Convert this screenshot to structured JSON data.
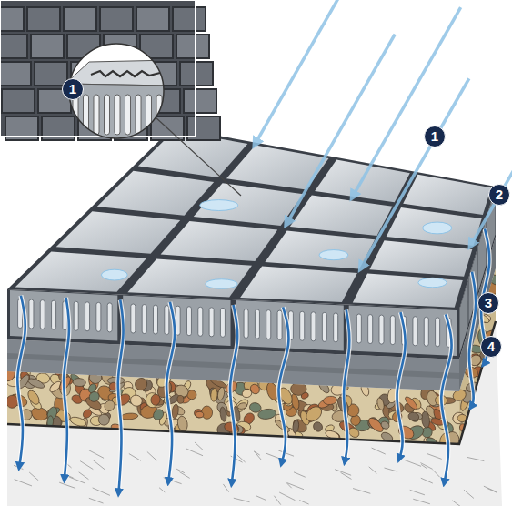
{
  "diagram": {
    "labels": [
      "1",
      "1",
      "2",
      "3",
      "4"
    ]
  }
}
